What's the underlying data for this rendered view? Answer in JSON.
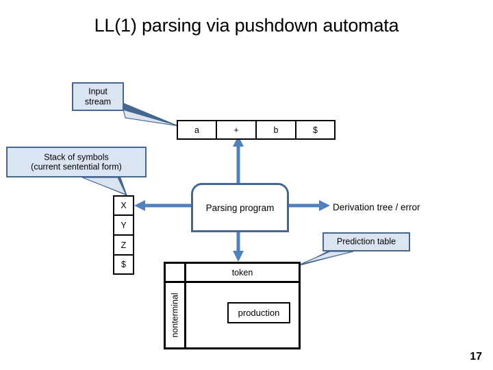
{
  "slide": {
    "title": "LL(1) parsing via pushdown automata",
    "page_number": "17",
    "accent_color": "#4f81bd",
    "callout_fill": "#dbe5f1",
    "callout_border": "#44668f",
    "outline_color": "#000000"
  },
  "callouts": {
    "input_stream": {
      "line1": "Input",
      "line2": "stream"
    },
    "stack_of_symbols": {
      "line1": "Stack of symbols",
      "line2": "(current sentential form)"
    },
    "prediction_table": {
      "label": "Prediction table"
    }
  },
  "input_tape": {
    "cells": [
      "a",
      "+",
      "b",
      "$"
    ]
  },
  "stack": {
    "cells": [
      "X",
      "Y",
      "Z",
      "$"
    ]
  },
  "parsing_program": {
    "label": "Parsing program"
  },
  "output": {
    "derivation_label": "Derivation tree / error"
  },
  "prediction_table": {
    "corner_label": "",
    "column_header": "token",
    "row_header": "nonterminal",
    "cell_value": "production"
  },
  "icons": {
    "arrow_up": "arrow-up-icon",
    "arrow_left": "arrow-left-icon",
    "arrow_right": "arrow-right-icon",
    "arrow_down": "arrow-down-icon"
  }
}
